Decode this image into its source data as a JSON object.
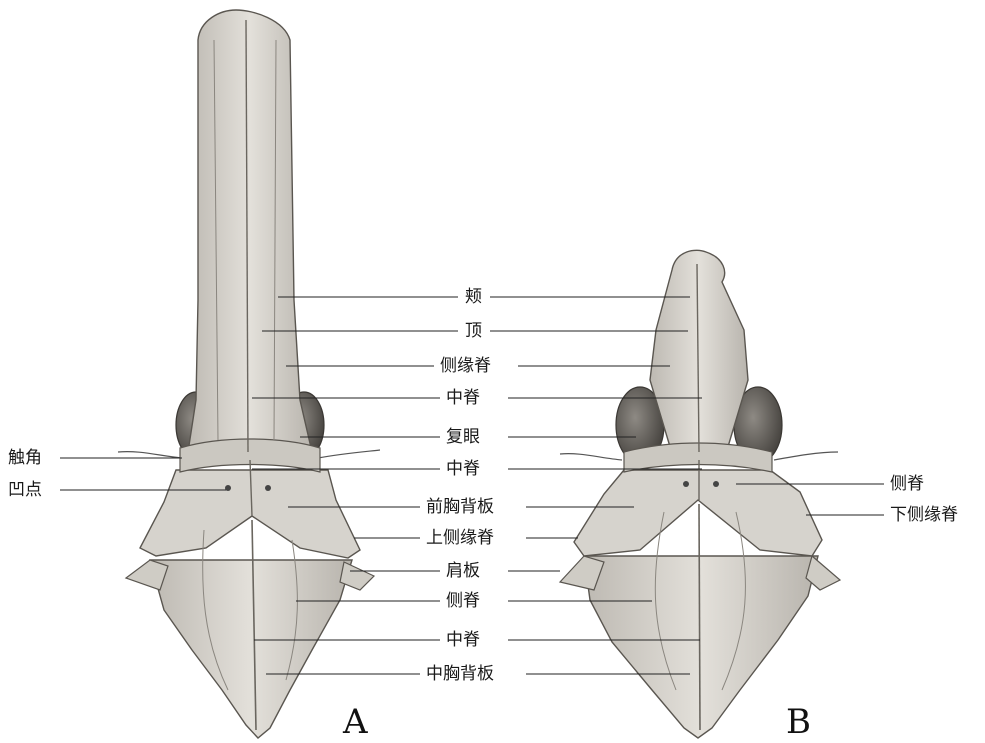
{
  "figure": {
    "panel_a_letter": "A",
    "panel_b_letter": "B"
  },
  "center_labels": {
    "l1": "颊",
    "l2": "顶",
    "l3": "侧缘脊",
    "l4": "中脊",
    "l5": "复眼",
    "l6": "中脊",
    "l7": "前胸背板",
    "l8": "上侧缘脊",
    "l9": "肩板",
    "l10": "侧脊",
    "l11": "中脊",
    "l12": "中胸背板"
  },
  "left_labels": {
    "antenna": "触角",
    "pit": "凹点"
  },
  "right_labels": {
    "lateral_ridge": "侧脊",
    "lower_lateral_margin_ridge": "下侧缘脊"
  },
  "colors": {
    "body_fill": "#d9d6d0",
    "body_stroke": "#5a5650",
    "eye_fill": "#6e6a64",
    "leader": "#222222"
  }
}
